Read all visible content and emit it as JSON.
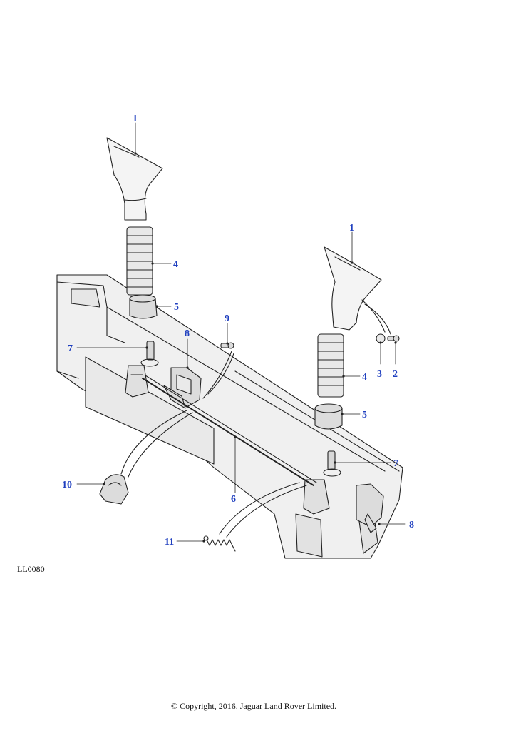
{
  "diagram": {
    "reference_code": "LL0080",
    "copyright": "© Copyright, 2016. Jaguar Land Rover Limited.",
    "callouts": [
      "1",
      "4",
      "5",
      "7",
      "8",
      "9",
      "1",
      "3",
      "2",
      "4",
      "5",
      "7",
      "10",
      "6",
      "8",
      "11"
    ]
  }
}
